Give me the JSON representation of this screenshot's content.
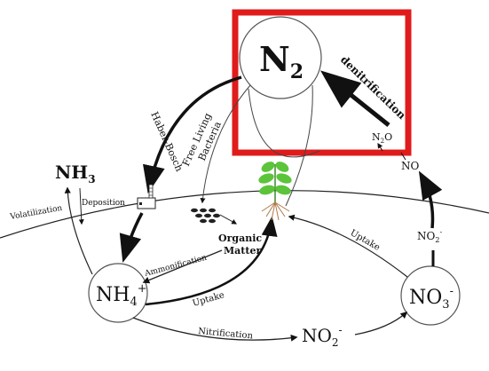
{
  "nodes": {
    "n2": {
      "main": "N",
      "sub": "2"
    },
    "nh3": {
      "main": "NH",
      "sub": "3"
    },
    "nh4": {
      "main": "NH",
      "sub": "4",
      "sup": "+"
    },
    "no3": {
      "main": "NO",
      "sub": "3",
      "sup": "-"
    },
    "no2_bottom": {
      "main": "NO",
      "sub": "2",
      "sup": "-"
    },
    "no2_right": {
      "main": "NO",
      "sub": "2",
      "sup": "-"
    },
    "no": {
      "main": "NO"
    },
    "n2o": {
      "main": "N",
      "sub": "2",
      "tail": "O"
    },
    "organic_matter": {
      "line1": "Organic",
      "line2": "Matter"
    }
  },
  "labels": {
    "denitrification": "denitrification",
    "haber_bosch": "Haber-Bosch",
    "free_living_line1": "Free Living",
    "free_living_line2": "Bacteria",
    "volatilization": "Volatilization",
    "deposition": "Deposition",
    "ammonification": "Ammonification",
    "uptake_left": "Uptake",
    "uptake_right": "Uptake",
    "nitrification": "Nitrification"
  },
  "colors": {
    "highlight": "#e01b1b",
    "plant_leaf": "#5cc43a",
    "root": "#b07a4a",
    "ink": "#111111"
  }
}
